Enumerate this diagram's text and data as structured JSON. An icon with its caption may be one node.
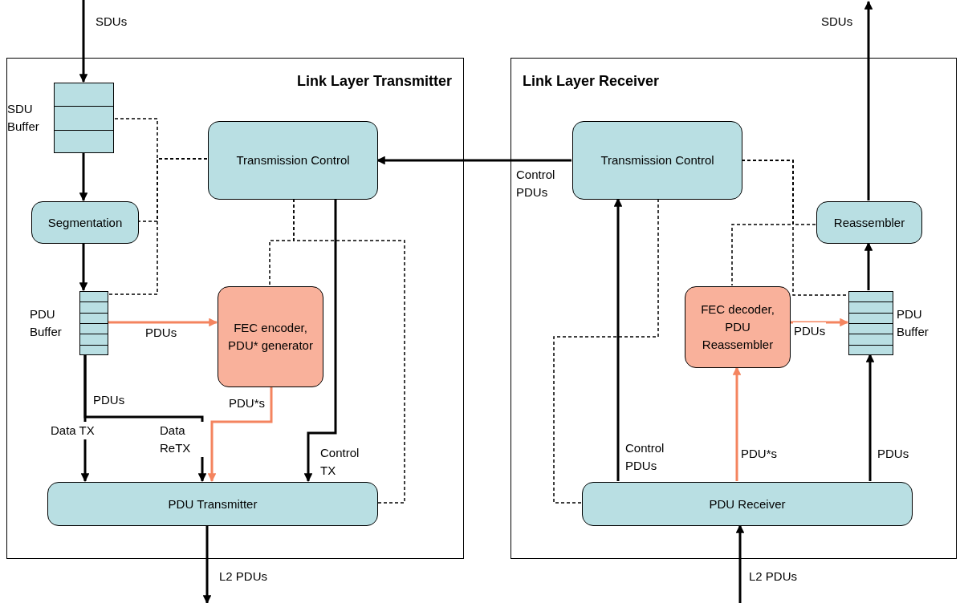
{
  "diagram": {
    "nodes": [
      {
        "text": [
          "Link Layer Transmitter"
        ]
      },
      {
        "text": [
          "SDU Buffer"
        ],
        "in": 0
      },
      {
        "text": [
          "Transmission Control"
        ],
        "in": 0
      },
      {
        "text": [
          "Segmentation"
        ],
        "in": 0
      },
      {
        "text": [
          "PDU Buffer"
        ],
        "in": 0
      },
      {
        "text": [
          "FEC encoder, PDU* generator"
        ],
        "in": 0
      },
      {
        "text": [
          "PDU Transmitter"
        ],
        "in": 0
      },
      {
        "text": [
          "Link Layer Receiver"
        ]
      },
      {
        "text": [
          "Transmission Control"
        ],
        "in": 7
      },
      {
        "text": [
          "Reassembler"
        ],
        "in": 7
      },
      {
        "text": [
          "FEC decoder, PDU Reassembler"
        ],
        "in": 7
      },
      {
        "text": [
          "PDU Buffer"
        ],
        "in": 7
      },
      {
        "text": [
          "PDU Receiver"
        ],
        "in": 7
      }
    ],
    "edges": [
      {
        "from": null,
        "to": 1,
        "arrow": "to",
        "label": "SDUs"
      },
      {
        "from": 1,
        "to": 3,
        "arrow": "to"
      },
      {
        "from": 3,
        "to": 4,
        "arrow": "to"
      },
      {
        "from": 4,
        "to": 5,
        "arrow": "to",
        "label": "PDUs",
        "color": "#f4845f"
      },
      {
        "from": 4,
        "to": 6,
        "arrow": "to",
        "label": "Data TX"
      },
      {
        "from": 4,
        "to": 6,
        "arrow": "to",
        "label": "Data ReTX"
      },
      {
        "from": 5,
        "to": 6,
        "arrow": "to",
        "label": "PDU*s",
        "color": "#f4845f"
      },
      {
        "from": 2,
        "to": 6,
        "arrow": "to",
        "label": "Control TX"
      },
      {
        "from": 6,
        "to": null,
        "arrow": "to",
        "label": "L2 PDUs"
      },
      {
        "from": 8,
        "to": 2,
        "arrow": "to",
        "label": "Control PDUs"
      },
      {
        "from": 2,
        "to": 1,
        "arrow": "none",
        "style": "dashed"
      },
      {
        "from": 2,
        "to": 3,
        "arrow": "none",
        "style": "dashed"
      },
      {
        "from": 2,
        "to": 4,
        "arrow": "none",
        "style": "dashed"
      },
      {
        "from": 2,
        "to": 5,
        "arrow": "none",
        "style": "dashed"
      },
      {
        "from": 2,
        "to": 6,
        "arrow": "none",
        "style": "dashed"
      },
      {
        "from": 12,
        "to": 8,
        "arrow": "to",
        "label": "Control PDUs"
      },
      {
        "from": 12,
        "to": 10,
        "arrow": "to",
        "label": "PDU*s",
        "color": "#f4845f"
      },
      {
        "from": 12,
        "to": 11,
        "arrow": "to",
        "label": "PDUs"
      },
      {
        "from": 10,
        "to": 11,
        "arrow": "to",
        "label": "PDUs",
        "color": "#f4845f"
      },
      {
        "from": 11,
        "to": 9,
        "arrow": "to"
      },
      {
        "from": 9,
        "to": null,
        "arrow": "to",
        "label": "SDUs"
      },
      {
        "from": null,
        "to": 12,
        "arrow": "to",
        "label": "L2 PDUs"
      },
      {
        "from": 8,
        "to": 12,
        "arrow": "none",
        "style": "dashed"
      },
      {
        "from": 8,
        "to": 9,
        "arrow": "none",
        "style": "dashed"
      },
      {
        "from": 8,
        "to": 10,
        "arrow": "none",
        "style": "dashed"
      },
      {
        "from": 8,
        "to": 11,
        "arrow": "none",
        "style": "dashed"
      }
    ],
    "labels": [
      "PDUs"
    ]
  }
}
